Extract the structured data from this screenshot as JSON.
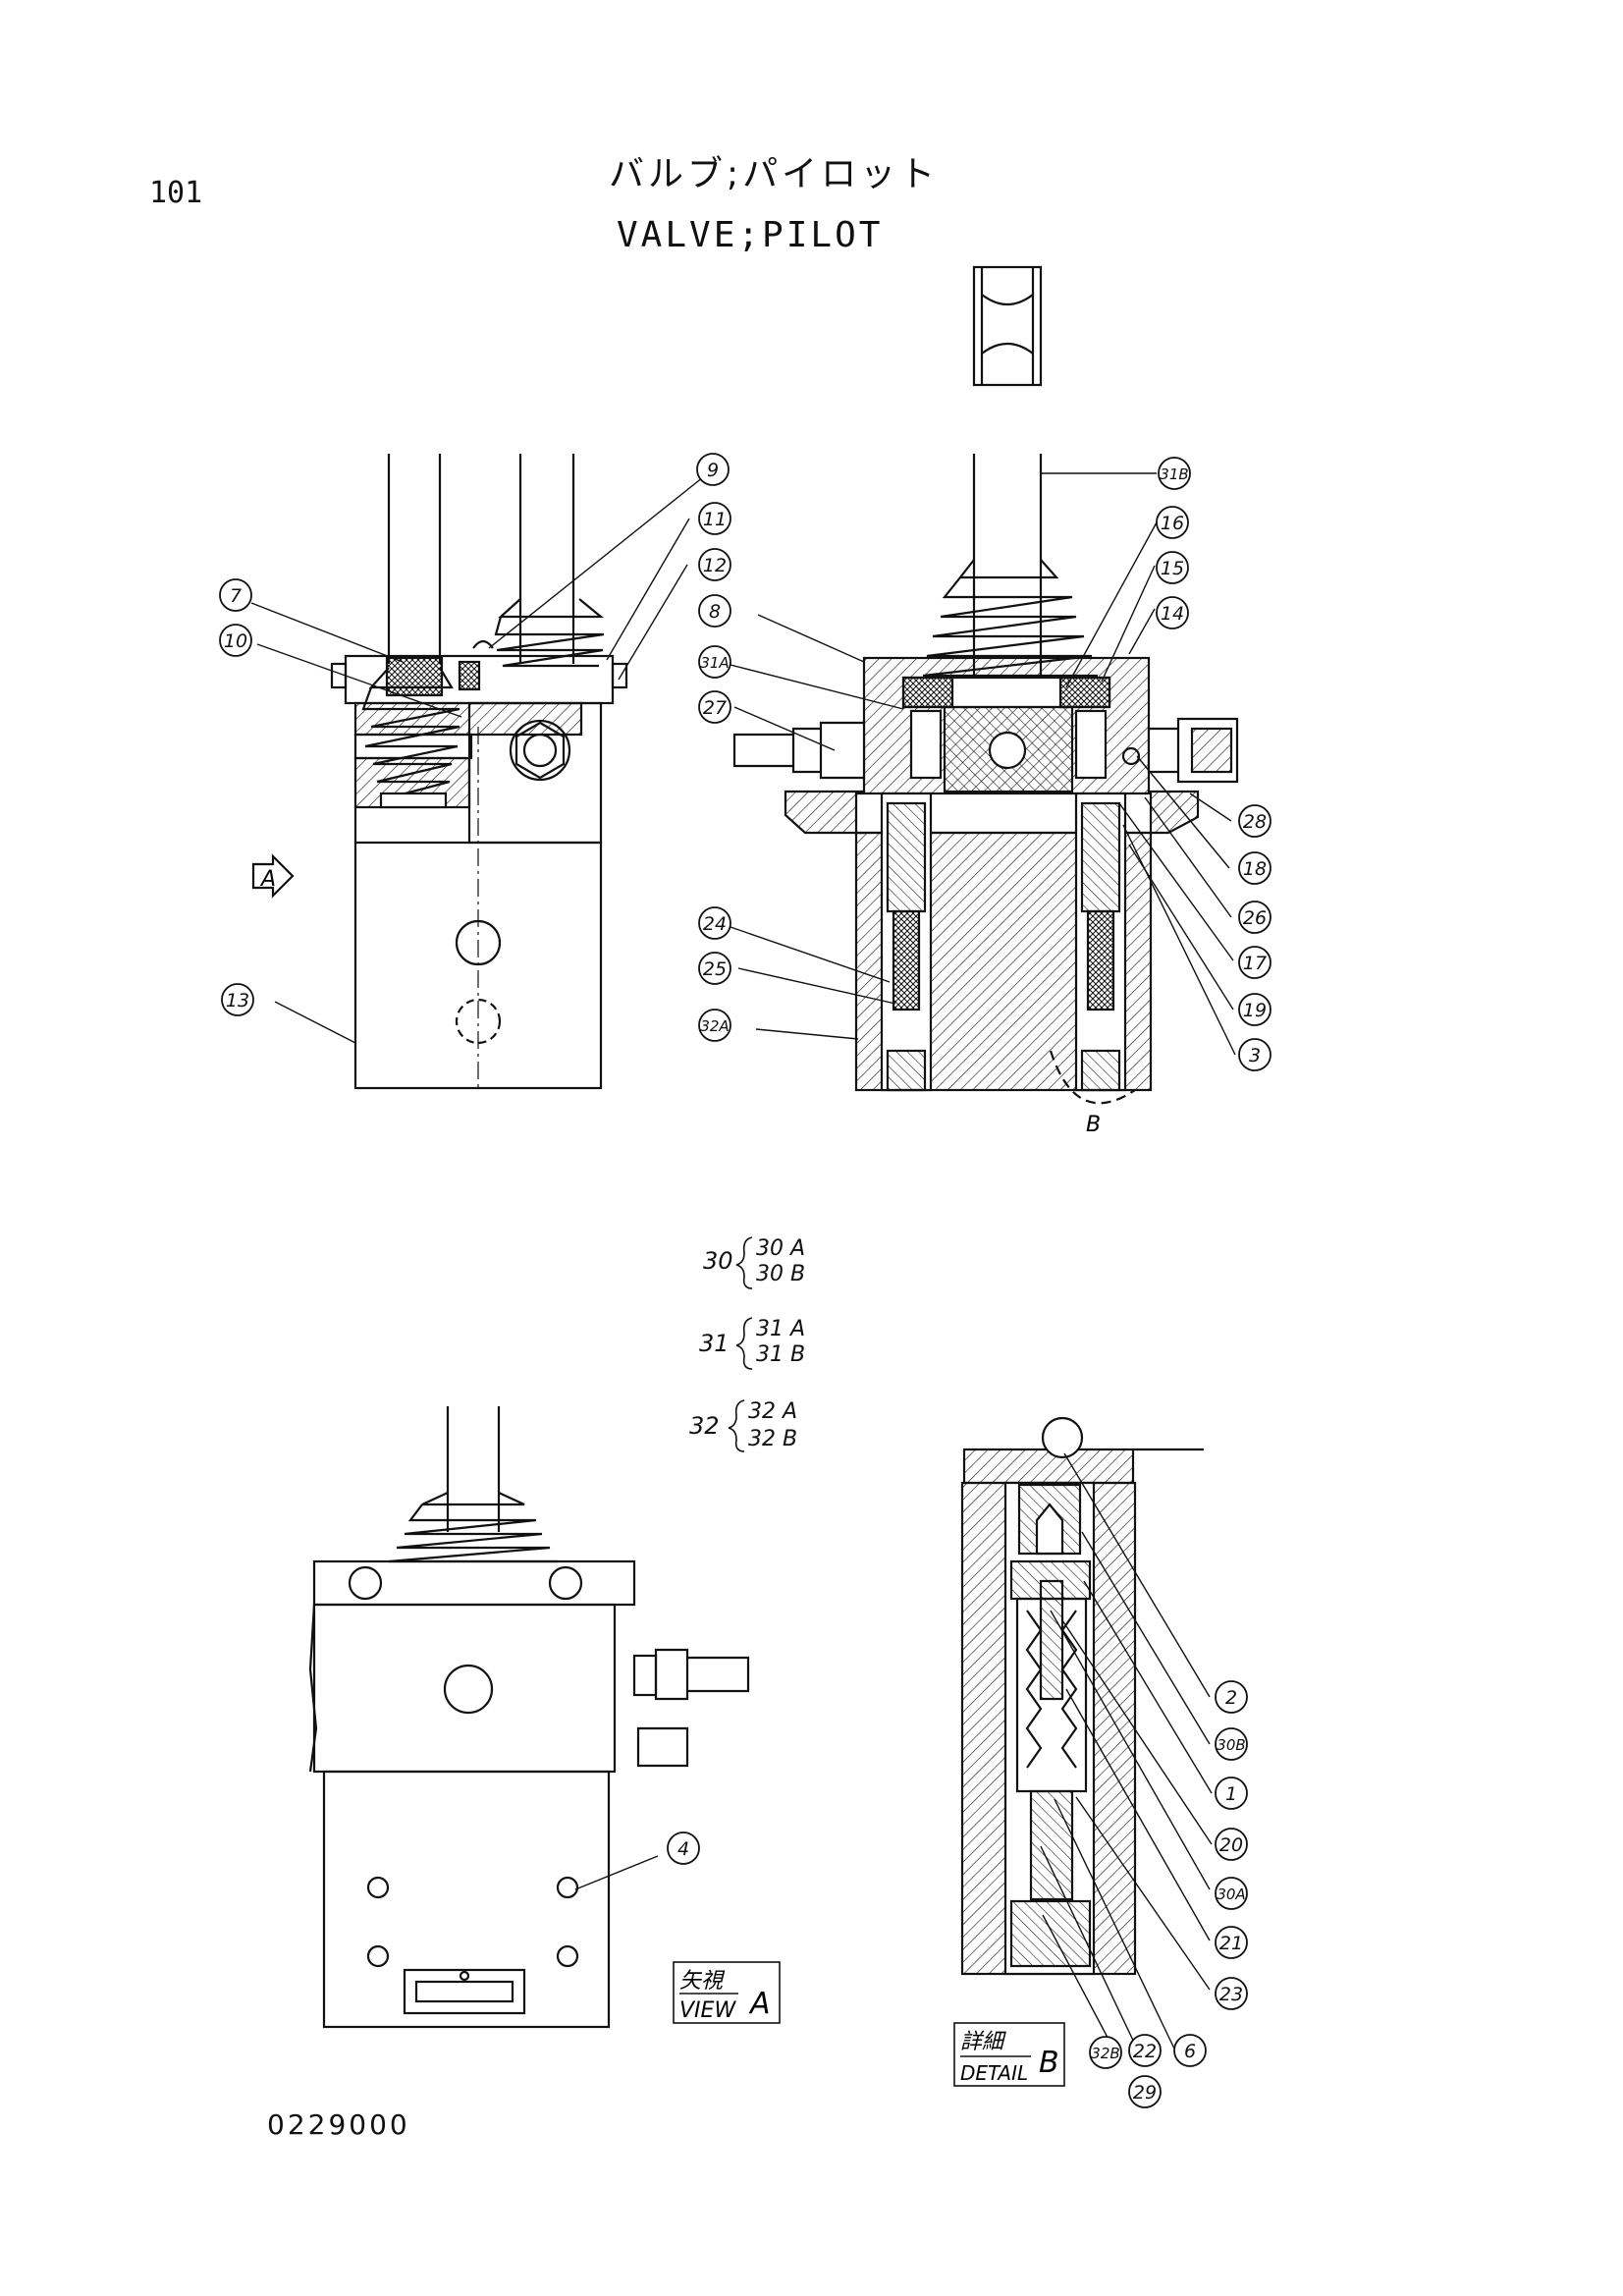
{
  "header": {
    "page_number": "101",
    "title_jp": "バルブ;パイロット",
    "title_en": "VALVE;PILOT"
  },
  "drawing_number": "0229000",
  "view_label": {
    "jp": "矢視",
    "en": "VIEW",
    "letter": "A"
  },
  "detail_label": {
    "jp": "詳細",
    "en": "DETAIL",
    "letter": "B"
  },
  "view_arrow_letter": "A",
  "section_mark_letter": "B",
  "sub_assemblies": [
    {
      "group": "30",
      "parts": [
        "30 A",
        "30 B"
      ]
    },
    {
      "group": "31",
      "parts": [
        "31 A",
        "31 B"
      ]
    },
    {
      "group": "32",
      "parts": [
        "32 A",
        "32 B"
      ]
    }
  ],
  "callouts": {
    "c9": "9",
    "c11": "11",
    "c12": "12",
    "c7": "7",
    "c10": "10",
    "c13": "13",
    "c31b": "31B",
    "c16": "16",
    "c15": "15",
    "c14": "14",
    "c8": "8",
    "c31a": "31A",
    "c27": "27",
    "c24": "24",
    "c25": "25",
    "c32a": "32A",
    "c28": "28",
    "c18": "18",
    "c26": "26",
    "c17": "17",
    "c19": "19",
    "c3": "3",
    "c4": "4",
    "c2": "2",
    "c30b": "30B",
    "c1": "1",
    "c20": "20",
    "c30a": "30A",
    "c21": "21",
    "c23": "23",
    "c6": "6",
    "c22": "22",
    "c32b": "32B",
    "c29": "29"
  },
  "colors": {
    "ink": "#111111",
    "paper": "#ffffff"
  }
}
